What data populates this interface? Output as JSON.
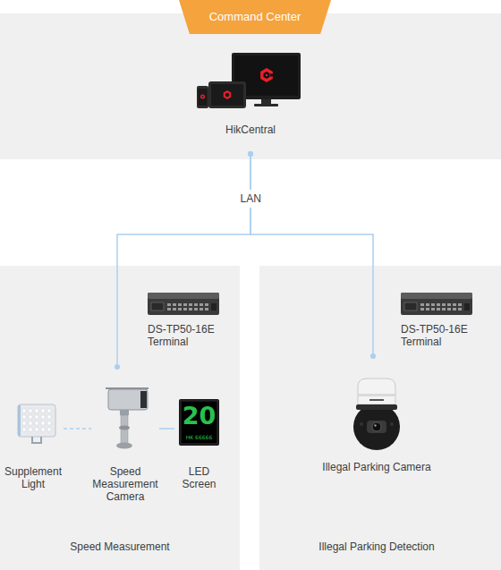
{
  "diagram": {
    "nodes": [
      {
        "text": [
          "Command Center"
        ]
      },
      {
        "text": [
          "HikCentral"
        ],
        "in": 0
      },
      {
        "text": [
          "Speed Measurement"
        ]
      },
      {
        "text": [
          "DS-TP50-16E Terminal"
        ],
        "in": 2
      },
      {
        "text": [
          "Supplement Light"
        ],
        "in": 2
      },
      {
        "text": [
          "Speed Measurement Camera"
        ],
        "in": 2
      },
      {
        "text": [
          "LED Screen"
        ],
        "in": 2
      },
      {
        "text": [
          "Illegal Parking Detection"
        ]
      },
      {
        "text": [
          "DS-TP50-16E Terminal"
        ],
        "in": 7
      },
      {
        "text": [
          "Illegal Parking Camera"
        ],
        "in": 7
      }
    ],
    "edges": [
      {
        "from": 1,
        "to": 5,
        "label": "LAN",
        "arrow": "none"
      },
      {
        "from": 1,
        "to": 9,
        "arrow": "none"
      },
      {
        "from": 4,
        "to": 5,
        "arrow": "none"
      },
      {
        "from": 5,
        "to": 6,
        "arrow": "none"
      }
    ],
    "labels": [
      "20",
      "HK 66666"
    ]
  }
}
